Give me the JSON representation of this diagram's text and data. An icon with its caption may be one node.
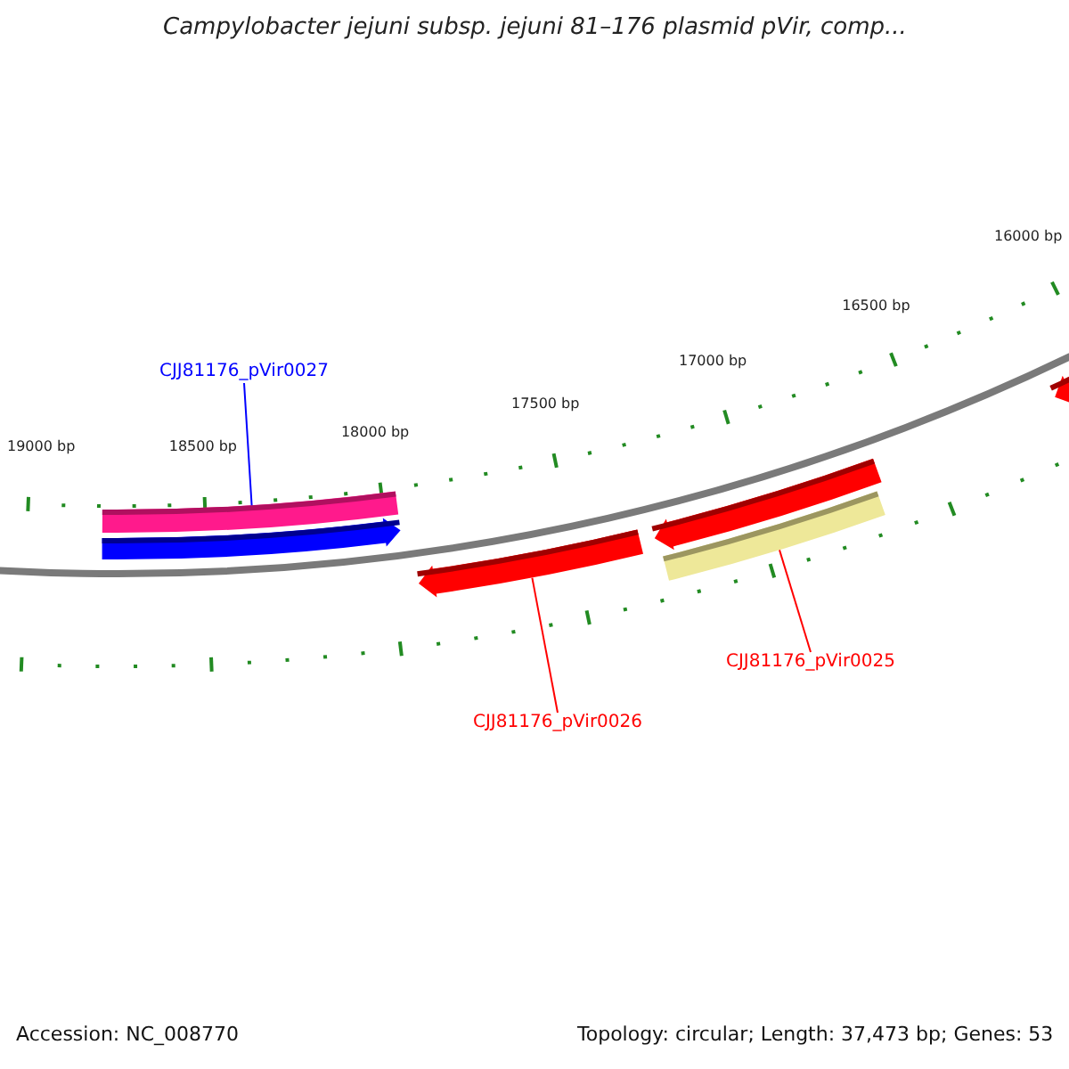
{
  "diagram": {
    "title": "Campylobacter jejuni subsp. jejuni 81–176 plasmid pVir, comp...",
    "nodes": [
      {
        "text": [
          "CJJ81176_pVir0027"
        ]
      },
      {
        "text": [],
        "shape": "bar"
      },
      {
        "text": [],
        "shape": "arrow"
      },
      {
        "text": [],
        "shape": "arrow"
      },
      {
        "text": [],
        "shape": "arrow"
      },
      {
        "text": [],
        "shape": "bar"
      },
      {
        "text": [],
        "shape": "arrow"
      },
      {
        "text": [
          "CJJ81176_pVir0025"
        ]
      },
      {
        "text": [
          "CJJ81176_pVir0026"
        ]
      }
    ],
    "edges": [
      {
        "from": 0,
        "to": 1,
        "arrow": "none",
        "color": "#0000ff"
      },
      {
        "from": 8,
        "to": 6,
        "arrow": "none"
      },
      {
        "from": 7,
        "to": 5,
        "arrow": "none"
      }
    ],
    "labels": [
      "16000 bp",
      "16500 bp",
      "17000 bp",
      "17500 bp",
      "19000 bp",
      "18500 bp",
      "18000 bp",
      "Accession: NC_008770",
      "Topology: circular; Length: 37,473 bp; Genes: 53"
    ]
  }
}
